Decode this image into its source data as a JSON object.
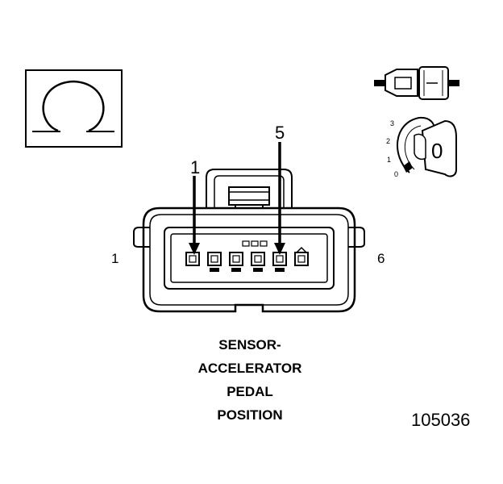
{
  "caption_lines": [
    "SENSOR-",
    "ACCELERATOR",
    "PEDAL",
    "POSITION"
  ],
  "side_labels": {
    "left": "1",
    "right": "6"
  },
  "pin_callouts": {
    "first": "1",
    "second": "5"
  },
  "figure_number": "105036",
  "rotary_scale": [
    "3",
    "2",
    "1",
    "0"
  ],
  "rotary_knob_value": "0"
}
